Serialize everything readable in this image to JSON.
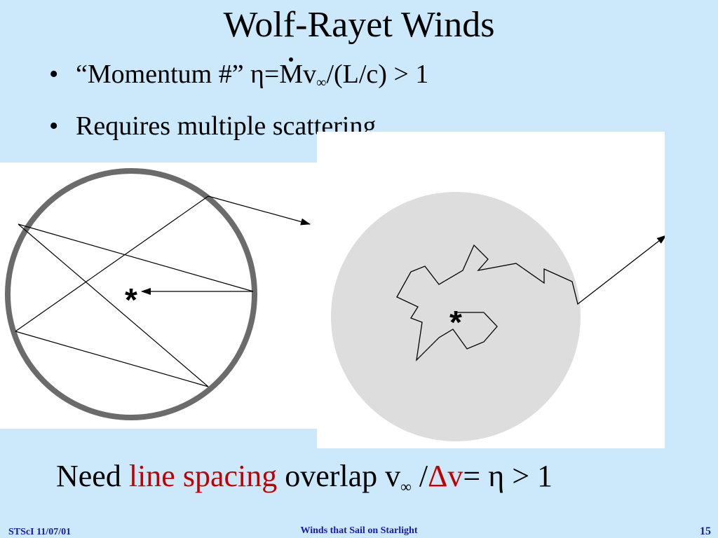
{
  "slide": {
    "title": "Wolf-Rayet Winds",
    "bullet1": {
      "prefix": "“Momentum #”  η=",
      "mdot": "M",
      "v": "v",
      "v_sub": "∞",
      "suffix": "/(L/c) > 1"
    },
    "bullet2": "Requires multiple scattering",
    "bottom": {
      "part1": "Need ",
      "red1": "line spacing",
      "part2": " overlap  v",
      "sub": "∞",
      "part3": " /",
      "red2": "Δv",
      "part4": "= η > 1"
    }
  },
  "diagrams": {
    "left": {
      "star_label": "*"
    },
    "right": {
      "star_label": "*"
    }
  },
  "footer": {
    "left": "STScI 11/07/01",
    "center": "Winds that Sail on Starlight",
    "right": "15"
  },
  "colors": {
    "background": "#cce8fb",
    "footer_text": "#1a1aa8",
    "highlight": "#c00000",
    "shell": "#6b6b6b",
    "cloud": "#dddddd"
  }
}
